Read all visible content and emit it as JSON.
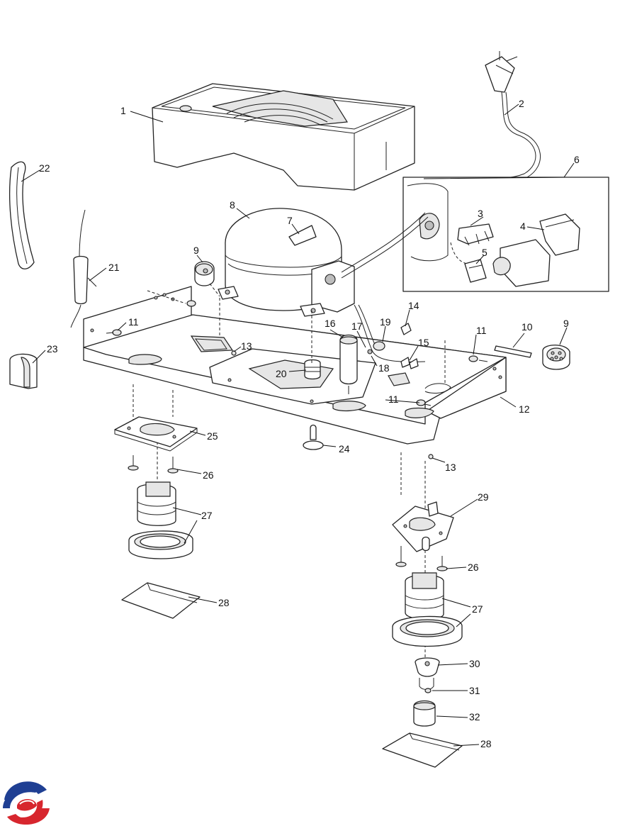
{
  "diagram": {
    "type": "exploded-parts-diagram",
    "callouts": [
      {
        "id": "c1",
        "label": "1",
        "part": "cabinet-top-tray"
      },
      {
        "id": "c2",
        "label": "2",
        "part": "power-cord-plug"
      },
      {
        "id": "c3",
        "label": "3",
        "part": "relay"
      },
      {
        "id": "c4",
        "label": "4",
        "part": "relay-cover"
      },
      {
        "id": "c5",
        "label": "5",
        "part": "overload-protector"
      },
      {
        "id": "c6",
        "label": "6",
        "part": "starter-kit-inset"
      },
      {
        "id": "c7",
        "label": "7",
        "part": "compressor-clip"
      },
      {
        "id": "c8",
        "label": "8",
        "part": "compressor"
      },
      {
        "id": "c9a",
        "label": "9",
        "part": "compressor-grommet"
      },
      {
        "id": "c9b",
        "label": "9",
        "part": "compressor-grommet"
      },
      {
        "id": "c10",
        "label": "10",
        "part": "sleeve-rod"
      },
      {
        "id": "c11a",
        "label": "11",
        "part": "screw"
      },
      {
        "id": "c11b",
        "label": "11",
        "part": "screw"
      },
      {
        "id": "c11c",
        "label": "11",
        "part": "screw"
      },
      {
        "id": "c12",
        "label": "12",
        "part": "base-plate"
      },
      {
        "id": "c13a",
        "label": "13",
        "part": "washer"
      },
      {
        "id": "c13b",
        "label": "13",
        "part": "washer"
      },
      {
        "id": "c14",
        "label": "14",
        "part": "terminal"
      },
      {
        "id": "c15",
        "label": "15",
        "part": "connector"
      },
      {
        "id": "c16",
        "label": "16",
        "part": "filter-dryer"
      },
      {
        "id": "c17",
        "label": "17",
        "part": "clamp"
      },
      {
        "id": "c18",
        "label": "18",
        "part": "screw"
      },
      {
        "id": "c19",
        "label": "19",
        "part": "tube-clip"
      },
      {
        "id": "c20",
        "label": "20",
        "part": "grommet"
      },
      {
        "id": "c21",
        "label": "21",
        "part": "thermostat-sensor"
      },
      {
        "id": "c22",
        "label": "22",
        "part": "hose"
      },
      {
        "id": "c23",
        "label": "23",
        "part": "clip"
      },
      {
        "id": "c24",
        "label": "24",
        "part": "foot"
      },
      {
        "id": "c25",
        "label": "25",
        "part": "bracket-plate"
      },
      {
        "id": "c26a",
        "label": "26",
        "part": "screw"
      },
      {
        "id": "c26b",
        "label": "26",
        "part": "screw"
      },
      {
        "id": "c27a",
        "label": "27",
        "part": "castor-housing-and-nut"
      },
      {
        "id": "c27b",
        "label": "27",
        "part": "castor-housing-and-nut"
      },
      {
        "id": "c28a",
        "label": "28",
        "part": "gasket-sheet"
      },
      {
        "id": "c28b",
        "label": "28",
        "part": "gasket-sheet"
      },
      {
        "id": "c29",
        "label": "29",
        "part": "bracket"
      },
      {
        "id": "c30",
        "label": "30",
        "part": "valve-insert"
      },
      {
        "id": "c31",
        "label": "31",
        "part": "small-screw"
      },
      {
        "id": "c32",
        "label": "32",
        "part": "cap"
      }
    ]
  },
  "logo": {
    "name": "brand-logo",
    "colors": [
      "#1f3f93",
      "#d7262e"
    ]
  }
}
